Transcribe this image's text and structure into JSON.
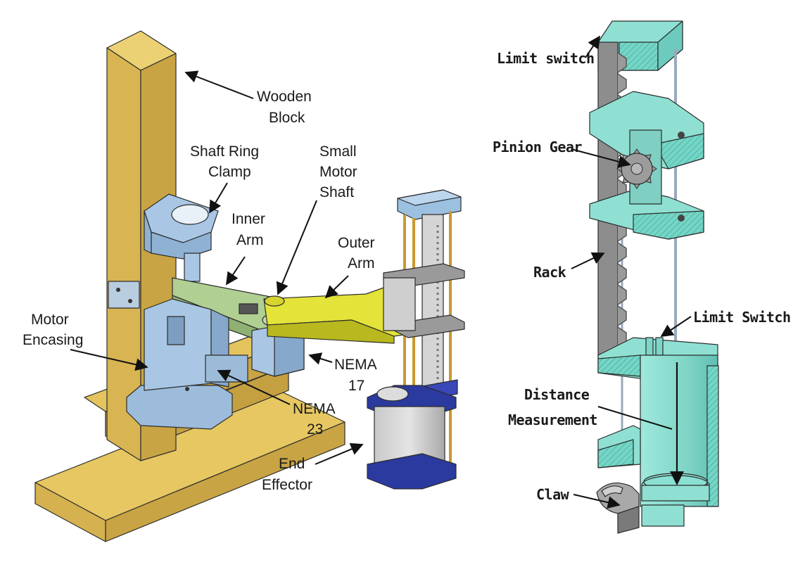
{
  "left_diagram": {
    "labels": {
      "wooden_block": [
        "Wooden",
        "Block"
      ],
      "shaft_ring_clamp": [
        "Shaft Ring",
        "Clamp"
      ],
      "small_motor_shaft": [
        "Small",
        "Motor",
        "Shaft"
      ],
      "inner_arm": [
        "Inner",
        "Arm"
      ],
      "outer_arm": [
        "Outer",
        "Arm"
      ],
      "motor_encasing": [
        "Motor",
        "Encasing"
      ],
      "nema17": [
        "NEMA",
        "17"
      ],
      "nema23": [
        "NEMA",
        "23"
      ],
      "end_effector": [
        "End",
        "Effector"
      ]
    }
  },
  "right_diagram": {
    "labels": {
      "limit_switch_top": "Limit switch",
      "pinion_gear": "Pinion Gear",
      "rack": "Rack",
      "limit_switch_bottom": "Limit Switch",
      "distance_measurement": [
        "Distance",
        "Measurement"
      ],
      "claw": "Claw"
    }
  },
  "colors": {
    "wood": "#e0bf58",
    "steel_blue": "#a9c7e4",
    "inner_arm_green": "#a9c98b",
    "outer_arm_yellow": "#e4e33a",
    "end_effector_blue": "#2a3a9e",
    "teal": "#8fe0d2",
    "grey": "#8d8d8d"
  }
}
